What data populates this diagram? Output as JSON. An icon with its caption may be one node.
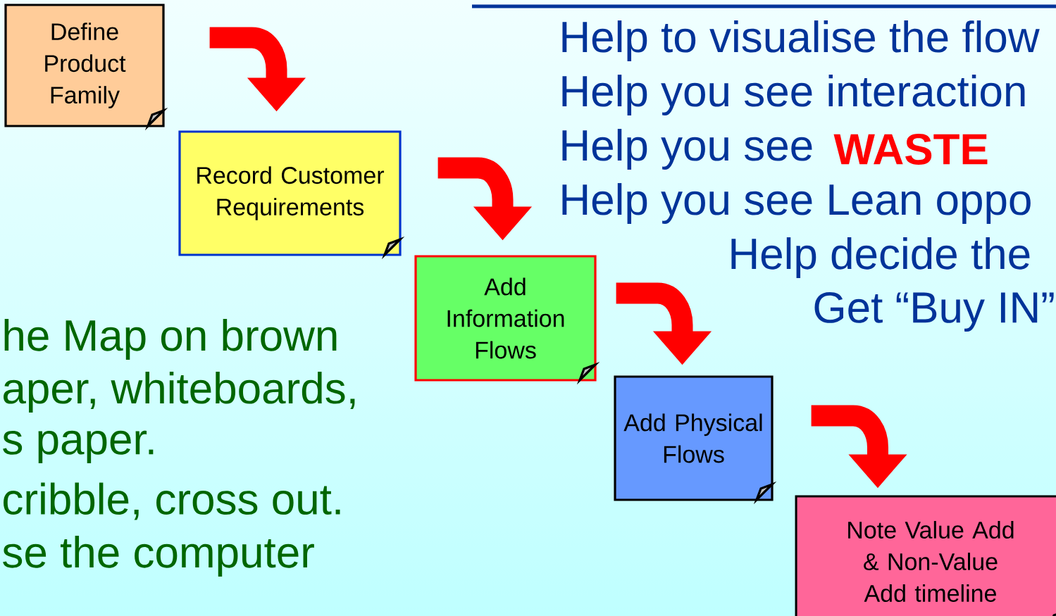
{
  "diagram": {
    "nodes": [
      {
        "text": [
          "Define Product Family"
        ]
      },
      {
        "text": [
          "Record Customer Requirements"
        ]
      },
      {
        "text": [
          "Add Information Flows"
        ]
      },
      {
        "text": [
          "Add Physical Flows"
        ]
      },
      {
        "text": [
          "Note Value Add & Non-Value Add timeline"
        ]
      }
    ],
    "edges": [
      {
        "from": 0,
        "to": 1,
        "arrow": "to"
      },
      {
        "from": 1,
        "to": 2,
        "arrow": "to"
      },
      {
        "from": 2,
        "to": 3,
        "arrow": "to"
      },
      {
        "from": 3,
        "to": 4,
        "arrow": "to"
      }
    ],
    "labels": [
      "Help to visualise the flow",
      "Help you see interaction",
      "Help you see",
      "WASTE",
      "Help you see Lean oppo",
      "Help decide the",
      "Get “Buy IN”",
      "he Map on brown",
      "aper, whiteboards,",
      "s paper.",
      "cribble, cross out.",
      "se the computer"
    ]
  }
}
